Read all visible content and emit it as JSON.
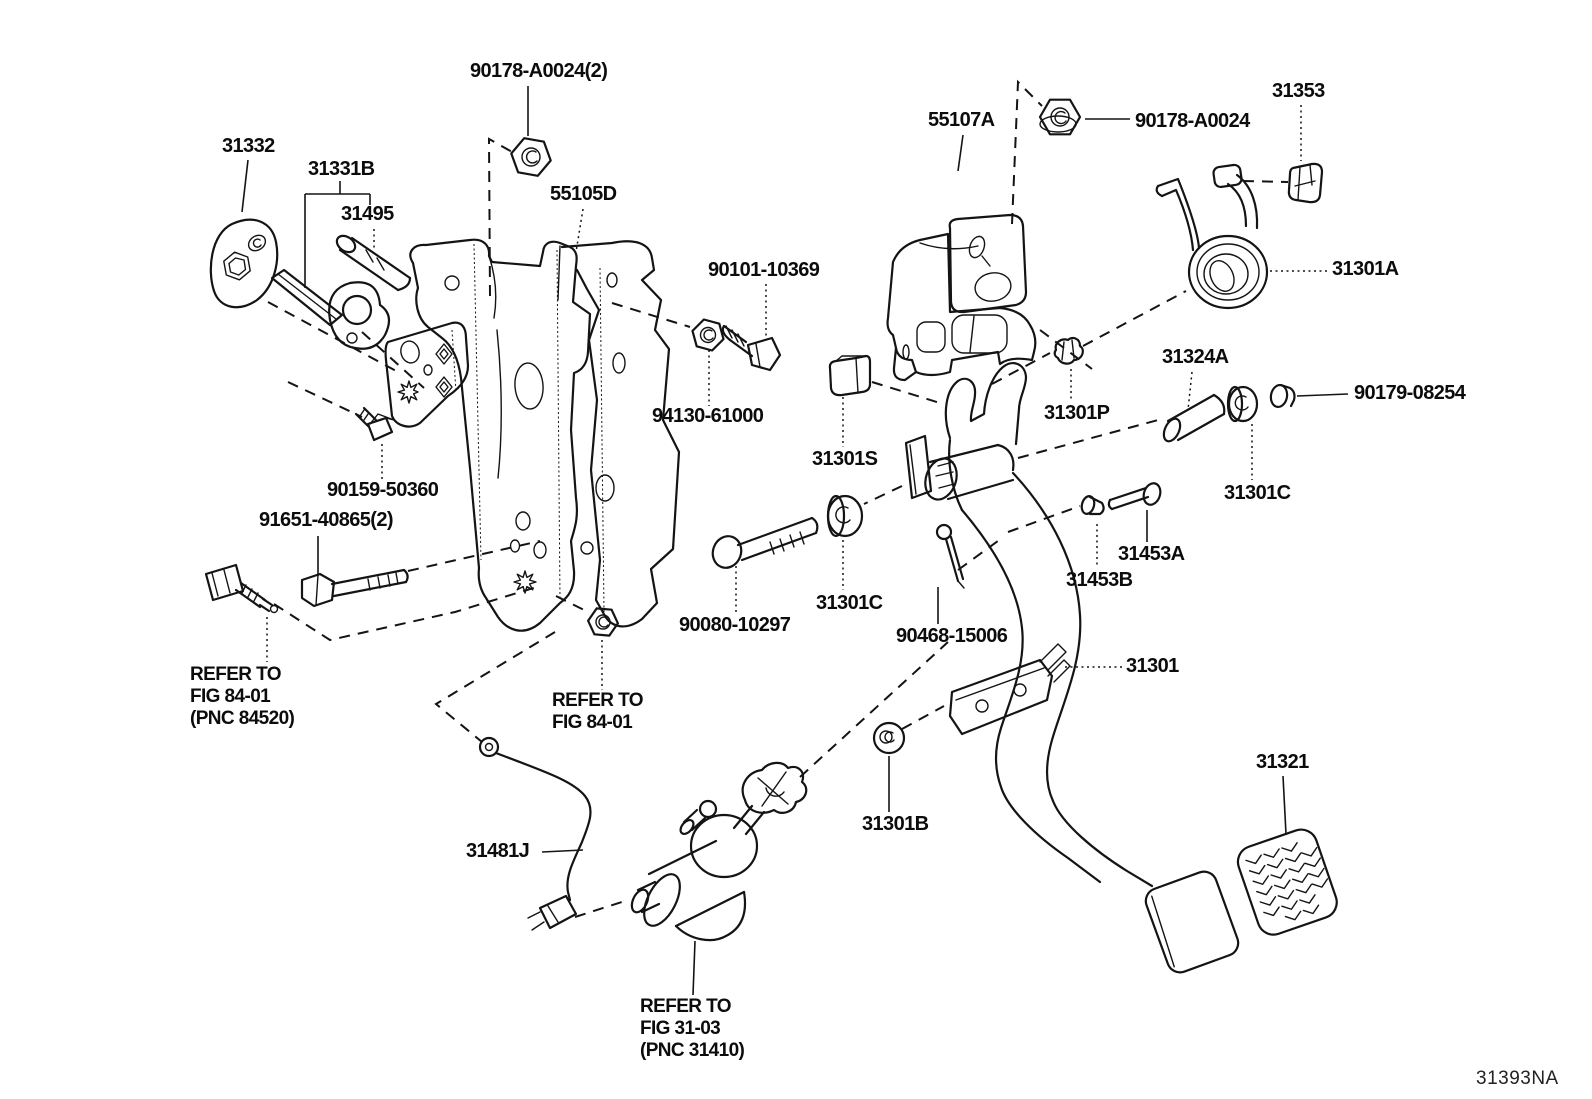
{
  "figure_code": "31393NA",
  "labels": {
    "l_90178_2": "90178-A0024(2)",
    "l_31332": "31332",
    "l_31331b": "31331B",
    "l_31495": "31495",
    "l_55105d": "55105D",
    "l_55107a": "55107A",
    "l_90178": "90178-A0024",
    "l_31353": "31353",
    "l_31301a": "31301A",
    "l_90101": "90101-10369",
    "l_94130": "94130-61000",
    "l_31301s": "31301S",
    "l_31301p": "31301P",
    "l_31324a": "31324A",
    "l_90179": "90179-08254",
    "l_31301c_right": "31301C",
    "l_90159": "90159-50360",
    "l_91651": "91651-40865(2)",
    "l_90080": "90080-10297",
    "l_31301c_mid": "31301C",
    "l_90468": "90468-15006",
    "l_31453a": "31453A",
    "l_31453b": "31453B",
    "l_31301": "31301",
    "l_31301b": "31301B",
    "l_31321": "31321",
    "l_31481j": "31481J",
    "ref_switch": "REFER TO\nFIG 84-01\n(PNC 84520)",
    "ref_nut": "REFER TO\nFIG 84-01",
    "ref_cylinder": "REFER TO\nFIG 31-03\n(PNC 31410)"
  }
}
